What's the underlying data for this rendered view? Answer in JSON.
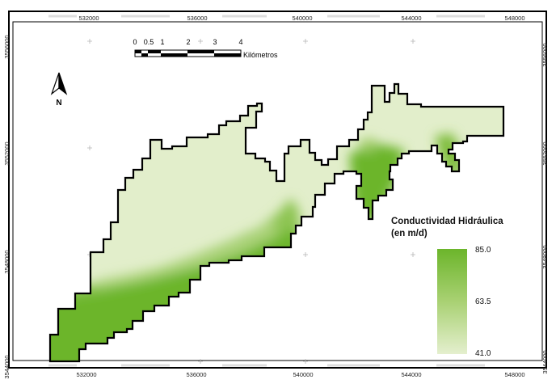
{
  "axes": {
    "x_labels": [
      "532000",
      "536000",
      "540000",
      "544000",
      "548000"
    ],
    "y_labels": [
      "3556000",
      "3552000",
      "3548000",
      "3544000"
    ]
  },
  "scale_bar": {
    "ticks": [
      "0",
      "0.5",
      "1",
      "2",
      "3",
      "4"
    ],
    "unit": "Kilómetros"
  },
  "north_arrow": {
    "label": "N"
  },
  "legend": {
    "title_line1": "Conductividad Hidráulica",
    "title_line2": "(en m/d)",
    "max": "85.0",
    "mid": "63.5",
    "min": "41.0"
  },
  "colors": {
    "high": "#6cb52b",
    "mid": "#a7d070",
    "low": "#e2eecb",
    "boundary": "#000000"
  }
}
